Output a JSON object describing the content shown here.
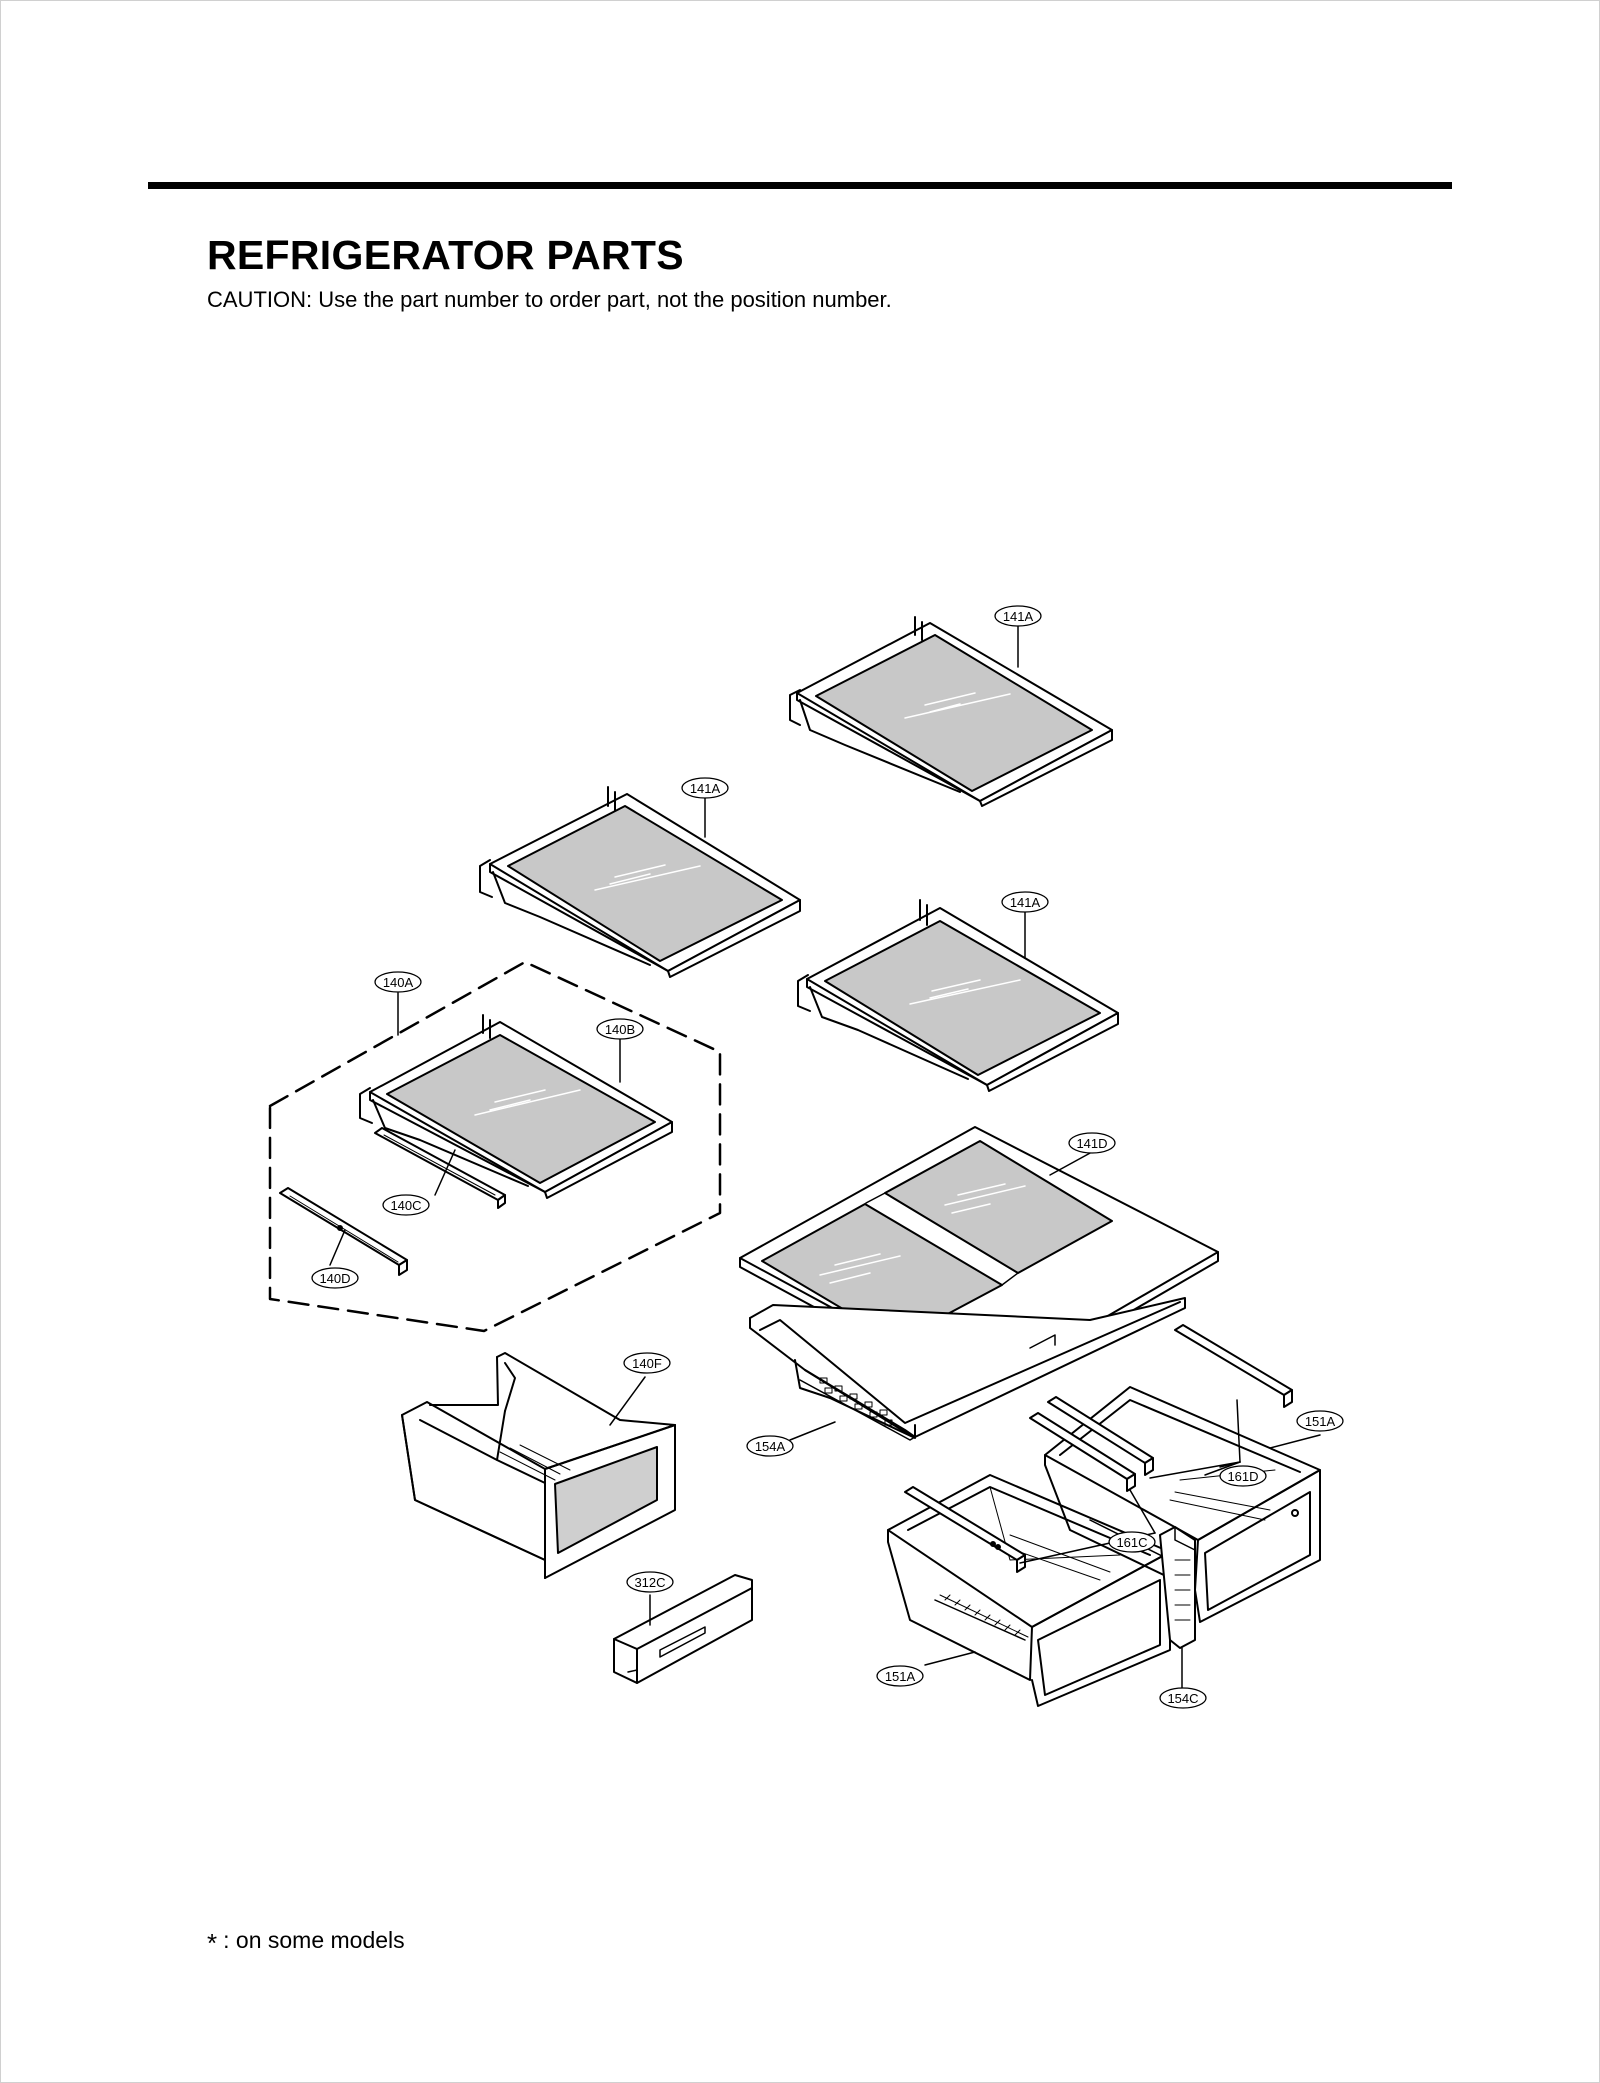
{
  "header": {
    "title": "REFRIGERATOR PARTS",
    "caution": "CAUTION: Use the part number to order part, not the position number."
  },
  "diagram": {
    "labels": {
      "shelf_top": "141A",
      "shelf_mid_left": "141A",
      "shelf_mid_right": "141A",
      "assembly": "140A",
      "assembly_glass": "140B",
      "assembly_rail": "140C",
      "assembly_bracket": "140D",
      "crisper_cover": "141D",
      "cover_frame": "154A",
      "left_drawer": "140F",
      "drawer_handle": "312C",
      "crisper_right": "151A",
      "crisper_left": "151A",
      "rail_161d": "161D",
      "rail_161c": "161C",
      "divider": "154C"
    }
  },
  "footnote": {
    "symbol": "*",
    "text": ": on some models"
  }
}
